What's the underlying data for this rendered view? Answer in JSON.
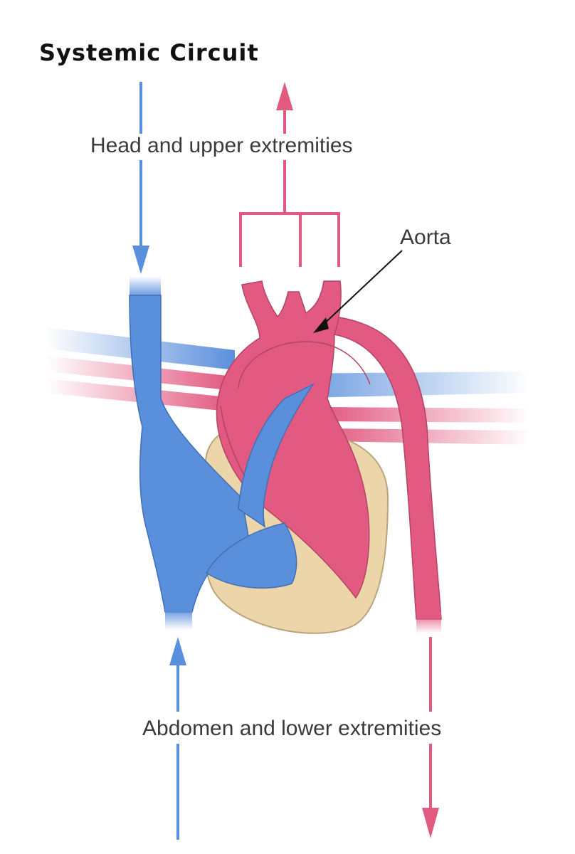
{
  "diagram": {
    "title": "Systemic Circuit",
    "labels": {
      "head": "Head and upper extremities",
      "aorta": "Aorta",
      "abdomen": "Abdomen and lower extremities"
    },
    "colors": {
      "venous": "#5a8fdc",
      "arterial": "#e25a82",
      "heart_tissue": "#ecd5a8",
      "vessel_outline": "#b24464",
      "pointer": "#111111",
      "background": "#ffffff"
    },
    "icons": {
      "venous_arrow": "arrow-down-icon",
      "arterial_arrow": "arrow-up-icon"
    }
  }
}
